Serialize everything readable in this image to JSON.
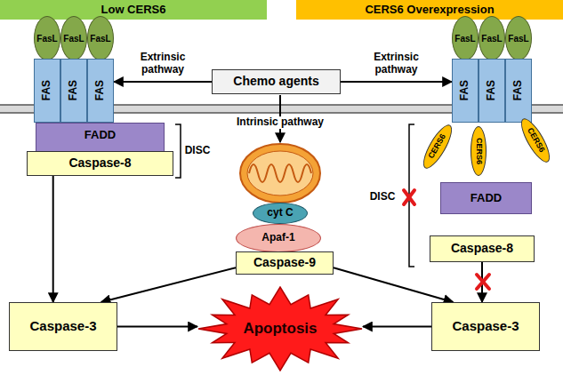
{
  "diagram": {
    "nodes": [
      {
        "text": [
          "Low CERS6"
        ]
      },
      {
        "text": [
          "CERS6 Overexpression"
        ]
      },
      {
        "text": [
          "FasL"
        ]
      },
      {
        "text": [
          "FasL"
        ]
      },
      {
        "text": [
          "FasL"
        ]
      },
      {
        "text": [
          "FAS"
        ]
      },
      {
        "text": [
          "FAS"
        ]
      },
      {
        "text": [
          "FAS"
        ]
      },
      {
        "text": [
          "FADD"
        ]
      },
      {
        "text": [
          "Caspase-8"
        ]
      },
      {
        "text": [
          "Chemo agents"
        ]
      },
      {
        "text": [
          "FasL"
        ]
      },
      {
        "text": [
          "FasL"
        ]
      },
      {
        "text": [
          "FasL"
        ]
      },
      {
        "text": [
          "FAS"
        ]
      },
      {
        "text": [
          "FAS"
        ]
      },
      {
        "text": [
          "FAS"
        ]
      },
      {
        "text": [
          "CERS6"
        ]
      },
      {
        "text": [
          "CERS6"
        ]
      },
      {
        "text": [
          "CERS6"
        ]
      },
      {
        "text": [
          "FADD"
        ]
      },
      {
        "text": [
          "Caspase-8"
        ]
      },
      {
        "text": [
          "cyt C"
        ]
      },
      {
        "text": [
          "Apaf-1"
        ]
      },
      {
        "text": [
          "Caspase-9"
        ]
      },
      {
        "text": [
          "Caspase-3"
        ]
      },
      {
        "text": [
          "Apoptosis"
        ]
      },
      {
        "text": [
          "Caspase-3"
        ]
      }
    ],
    "edges": [
      {
        "from": 10,
        "to": 7,
        "label": "Extrinsic pathway",
        "arrow": "to"
      },
      {
        "from": 10,
        "to": 14,
        "label": "Extrinsic pathway",
        "arrow": "to"
      },
      {
        "from": 9,
        "to": 25,
        "arrow": "to"
      },
      {
        "from": 24,
        "to": 25,
        "arrow": "to"
      },
      {
        "from": 24,
        "to": 27,
        "arrow": "to"
      },
      {
        "from": 25,
        "to": 26,
        "arrow": "to"
      },
      {
        "from": 27,
        "to": 26,
        "arrow": "to"
      },
      {
        "from": 21,
        "to": 27,
        "arrow": "to"
      }
    ],
    "labels": [
      "DISC",
      "DISC",
      "Intrinsic pathway"
    ]
  }
}
